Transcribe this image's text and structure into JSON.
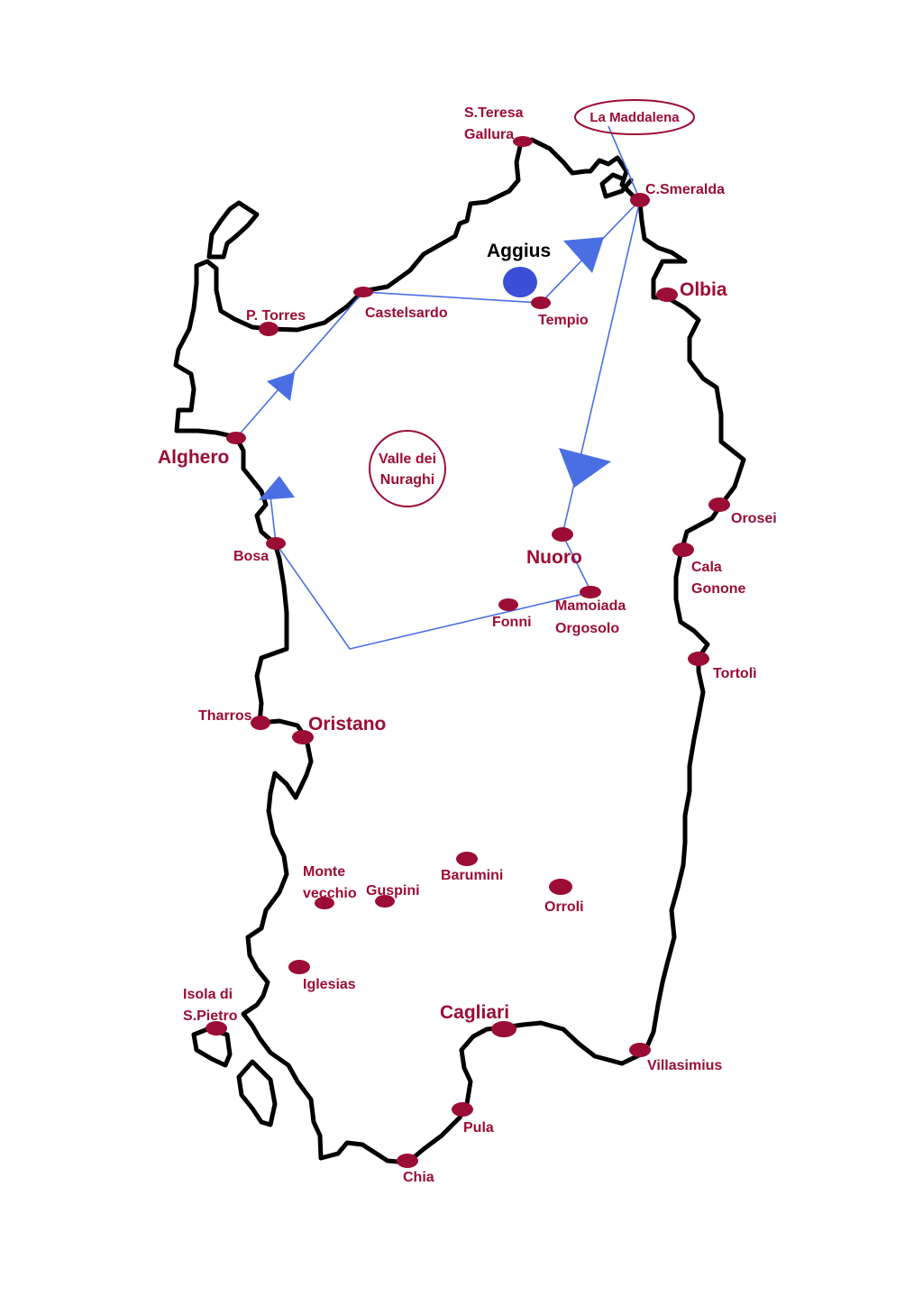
{
  "colors": {
    "coast": "#000000",
    "city": "#9b0d35",
    "route": "#4a6fe3",
    "highlight": "#3a4fd6",
    "label_dark": "#000000",
    "background": "#ffffff"
  },
  "highlight": {
    "name": "Aggius",
    "icon": "blue-dot-marker"
  },
  "labels": {
    "la_maddalena": "La Maddalena",
    "steresa_1": "S.Teresa",
    "steresa_2": "Gallura",
    "csmeralda": "C.Smeralda",
    "olbia": "Olbia",
    "tempio": "Tempio",
    "castelsardo": "Castelsardo",
    "ptorres": "P. Torres",
    "alghero": "Alghero",
    "valle_1": "Valle dei",
    "valle_2": "Nuraghi",
    "bosa": "Bosa",
    "nuoro": "Nuoro",
    "orosei": "Orosei",
    "cala_1": "Cala",
    "cala_2": "Gonone",
    "mamoiada": "Mamoiada",
    "orgosolo": "Orgosolo",
    "fonni": "Fonni",
    "tortoli": "Tortolì",
    "tharros": "Tharros",
    "oristano": "Oristano",
    "monte_1": "Monte",
    "monte_2": "vecchio",
    "guspini": "Guspini",
    "barumini": "Barumini",
    "orroli": "Orroli",
    "iglesias": "Iglesias",
    "isola_1": "Isola di",
    "isola_2": "S.Pietro",
    "cagliari": "Cagliari",
    "villasimius": "Villasimius",
    "pula": "Pula",
    "chia": "Chia"
  }
}
